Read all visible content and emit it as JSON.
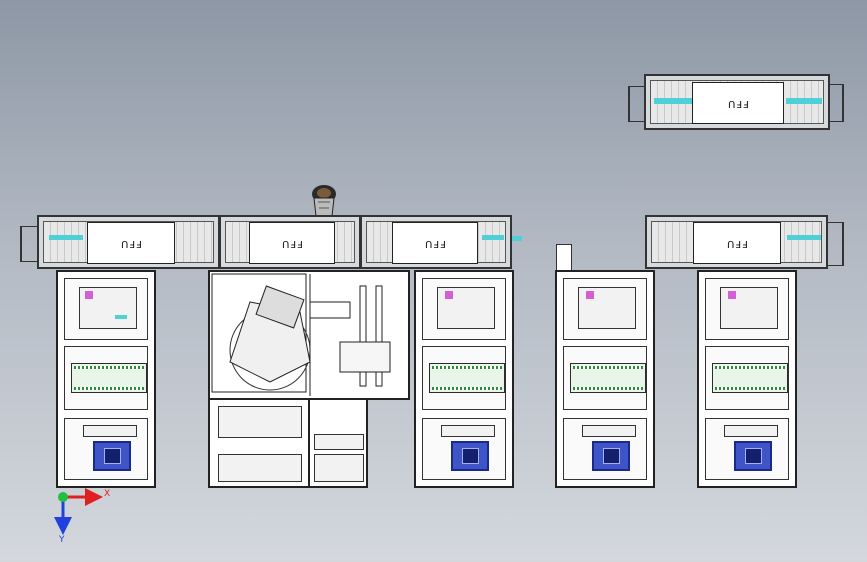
{
  "ffu_units": [
    {
      "id": "ffu-top-right",
      "label": "FFU"
    },
    {
      "id": "ffu-row-1",
      "label": "FFU"
    },
    {
      "id": "ffu-row-2",
      "label": "FFU"
    },
    {
      "id": "ffu-row-3",
      "label": "FFU"
    },
    {
      "id": "ffu-row-4",
      "label": "FFU"
    }
  ],
  "triad": {
    "x_label": "X",
    "y_label": "Y"
  },
  "colors": {
    "background_top": "#8d97a5",
    "background_bottom": "#d4d8dd",
    "accent_cyan": "#4fd0d6",
    "motor_blue": "#3f55c7",
    "axis_red": "#e02020",
    "axis_green": "#20c040",
    "axis_blue": "#2040e0"
  },
  "icons": [
    "robot-head-icon",
    "coordinate-triad-icon"
  ]
}
